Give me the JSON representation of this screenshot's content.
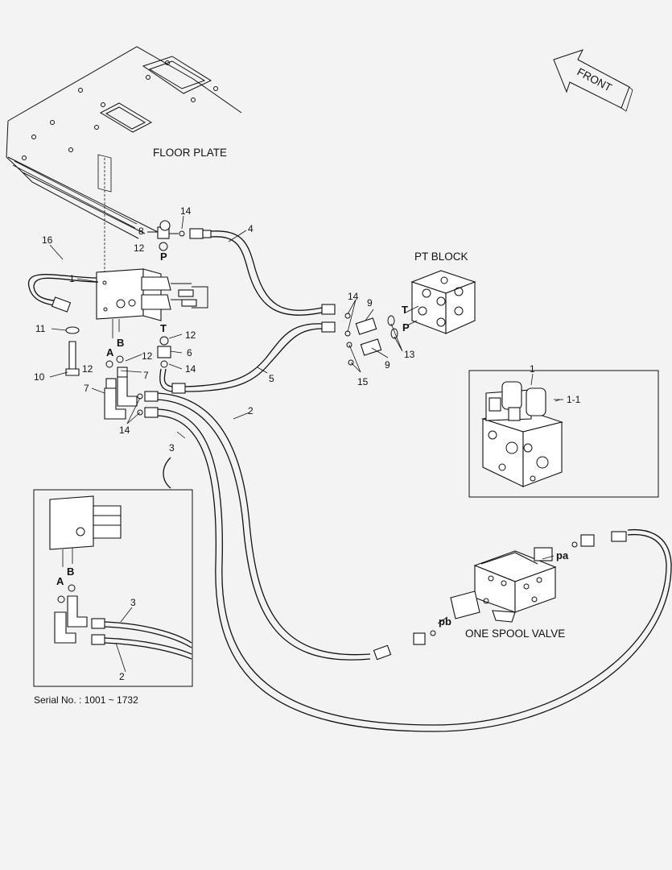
{
  "labels": {
    "floor_plate": "FLOOR PLATE",
    "pt_block": "PT BLOCK",
    "one_spool_valve": "ONE SPOOL VALVE",
    "front": "FRONT",
    "serial": "Serial No. : 1001 ~ 1732"
  },
  "port_letters": {
    "p": "P",
    "t": "T",
    "a": "A",
    "b": "B",
    "pa": "pa",
    "pb": "pb",
    "pt_t": "T",
    "pt_p": "P",
    "inset_a": "A",
    "inset_b": "B"
  },
  "callouts": {
    "c1": "1",
    "c2": "2",
    "c3": "3",
    "c4": "4",
    "c5": "5",
    "c6": "6",
    "c7a": "7",
    "c7b": "7",
    "c8": "8",
    "c9a": "9",
    "c9b": "9",
    "c10": "10",
    "c11": "11",
    "c12a": "12",
    "c12b": "12",
    "c12c": "12",
    "c12d": "12",
    "c13": "13",
    "c14a": "14",
    "c14b": "14",
    "c14c": "14",
    "c14d": "14",
    "c15": "15",
    "c16": "16",
    "detail_1": "1",
    "detail_1_1": "1-1",
    "inset_2": "2",
    "inset_3": "3"
  },
  "colors": {
    "background": "#f3f3f3",
    "line": "#111111",
    "part_fill": "#ffffff"
  }
}
